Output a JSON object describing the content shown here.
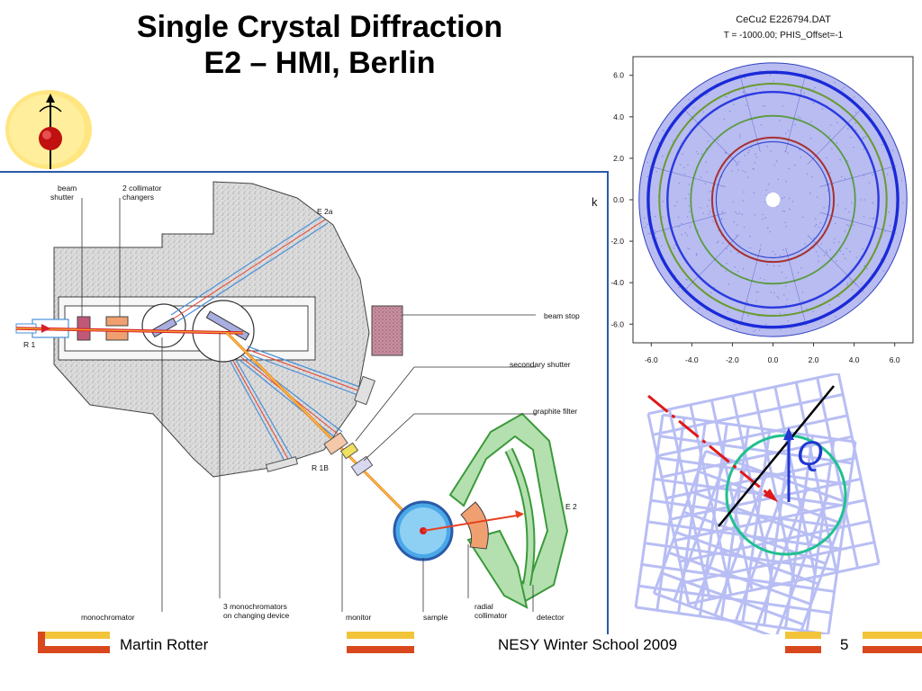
{
  "slide": {
    "title_line1": "Single Crystal Diffraction",
    "title_line2": "E2 – HMI, Berlin",
    "footer_author": "Martin Rotter",
    "footer_event": "NESY Winter School 2009",
    "page_number": "5"
  },
  "instrument": {
    "labels": {
      "beam_shutter": [
        "beam",
        "shutter"
      ],
      "collimator_changers": [
        "2 collimator",
        "changers"
      ],
      "e2a": "E 2a",
      "beam_stop": "beam stop",
      "r1": "R 1",
      "secondary_shutter": "secondary shutter",
      "graphite_filter": "graphite filter",
      "r1b": "R 1B",
      "e2": "E 2",
      "monochromator": "monochromator",
      "three_monochromators": [
        "3 monochromators",
        "on changing device"
      ],
      "monitor": "monitor",
      "sample": "sample",
      "radial_collimator": [
        "radial",
        "collimator"
      ],
      "detector": "detector"
    },
    "colors": {
      "beam_orange": "#e8781e",
      "beam_red": "#d8202a",
      "beam_blue": "#4a90d8",
      "shield_green": "#6cc26c",
      "sample_blue": "#4aa8e8"
    }
  },
  "diffraction_plot": {
    "title_line1": "CeCu2 E226794.DAT",
    "title_line2": "T = -1000.00; PHIS_Offset=-1",
    "axis_letter": "k",
    "x_ticks": [
      "-6.0",
      "-4.0",
      "-2.0",
      "0.0",
      "2.0",
      "4.0",
      "6.0"
    ],
    "y_ticks": [
      "6.0",
      "4.0",
      "2.0",
      "0.0",
      "-2.0",
      "-4.0",
      "-6.0"
    ],
    "x_tick_values": [
      -6,
      -4,
      -2,
      0,
      2,
      4,
      6
    ],
    "y_tick_values": [
      6,
      4,
      2,
      0,
      -2,
      -4,
      -6
    ],
    "range": [
      -6.9,
      6.9
    ],
    "detector_radius": 6.6,
    "beamstop_radius": 0.35,
    "rings": [
      {
        "r": 6.15,
        "color": "#1a2ad8",
        "width": 3.4
      },
      {
        "r": 5.6,
        "color": "#6a9a30",
        "width": 2
      },
      {
        "r": 5.2,
        "color": "#2a3ae0",
        "width": 2.4
      },
      {
        "r": 4.05,
        "color": "#5a9a40",
        "width": 1.8
      },
      {
        "r": 3.0,
        "color": "#a83030",
        "width": 2
      },
      {
        "r": 2.8,
        "color": "#3a4ad0",
        "width": 1.2
      }
    ],
    "colors": {
      "background": "#b8bcf0",
      "speckle": "#8088e0"
    }
  },
  "ewald_diagram": {
    "vector_label": "Q",
    "colors": {
      "lattice": "#b8bef4",
      "sphere": "#20c090",
      "incident": "#e01818",
      "vector": "#2038d0",
      "line": "#000000"
    }
  }
}
